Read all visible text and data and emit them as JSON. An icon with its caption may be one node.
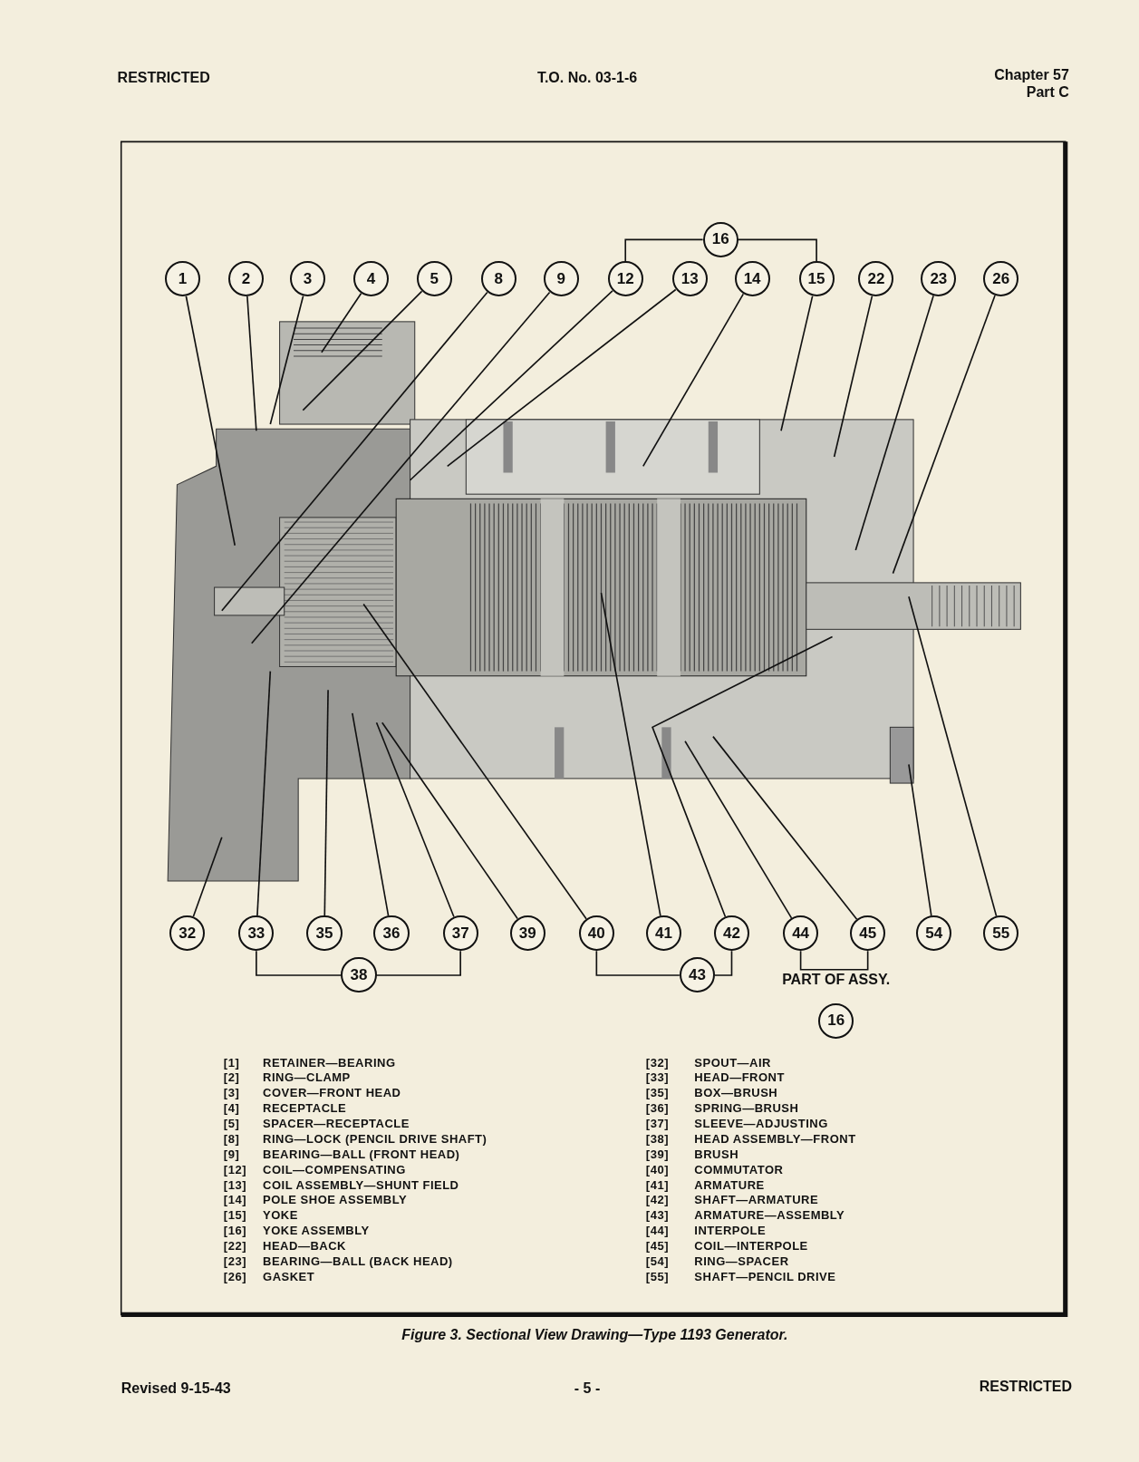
{
  "diagram": {
    "caption": "Figure 3. Sectional View Drawing—Type 1193 Generator.",
    "nodes": [
      {
        "text": [
          "1"
        ]
      },
      {
        "text": [
          "2"
        ]
      },
      {
        "text": [
          "3"
        ]
      },
      {
        "text": [
          "4"
        ]
      },
      {
        "text": [
          "5"
        ]
      },
      {
        "text": [
          "8"
        ]
      },
      {
        "text": [
          "9"
        ]
      },
      {
        "text": [
          "16"
        ]
      },
      {
        "text": [
          "12"
        ]
      },
      {
        "text": [
          "13"
        ]
      },
      {
        "text": [
          "14"
        ]
      },
      {
        "text": [
          "15"
        ]
      },
      {
        "text": [
          "22"
        ]
      },
      {
        "text": [
          "23"
        ]
      },
      {
        "text": [
          "26"
        ]
      },
      {
        "text": [
          "32"
        ]
      },
      {
        "text": [
          "33"
        ]
      },
      {
        "text": [
          "35"
        ]
      },
      {
        "text": [
          "36"
        ]
      },
      {
        "text": [
          "37"
        ]
      },
      {
        "text": [
          "39"
        ]
      },
      {
        "text": [
          "40"
        ]
      },
      {
        "text": [
          "41"
        ]
      },
      {
        "text": [
          "42"
        ]
      },
      {
        "text": [
          "44"
        ]
      },
      {
        "text": [
          "45"
        ]
      },
      {
        "text": [
          "54"
        ]
      },
      {
        "text": [
          "55"
        ]
      },
      {
        "text": [
          "38"
        ]
      },
      {
        "text": [
          "43"
        ]
      },
      {
        "text": [
          "16"
        ],
        "beside": [
          "PART OF ASSY."
        ]
      }
    ],
    "edges": [
      {
        "from": 0,
        "to": null,
        "arrow": "none"
      },
      {
        "from": 1,
        "to": null,
        "arrow": "none"
      },
      {
        "from": 2,
        "to": null,
        "arrow": "none"
      },
      {
        "from": 3,
        "to": null,
        "arrow": "none"
      },
      {
        "from": 4,
        "to": null,
        "arrow": "none"
      },
      {
        "from": 5,
        "to": null,
        "arrow": "none"
      },
      {
        "from": 6,
        "to": null,
        "arrow": "none"
      },
      {
        "from": 8,
        "to": null,
        "arrow": "none"
      },
      {
        "from": 9,
        "to": null,
        "arrow": "none"
      },
      {
        "from": 10,
        "to": null,
        "arrow": "none"
      },
      {
        "from": 11,
        "to": null,
        "arrow": "none"
      },
      {
        "from": 12,
        "to": null,
        "arrow": "none"
      },
      {
        "from": 13,
        "to": null,
        "arrow": "none"
      },
      {
        "from": 14,
        "to": null,
        "arrow": "none"
      },
      {
        "from": 15,
        "to": null,
        "arrow": "none"
      },
      {
        "from": 16,
        "to": null,
        "arrow": "none"
      },
      {
        "from": 17,
        "to": null,
        "arrow": "none"
      },
      {
        "from": 18,
        "to": null,
        "arrow": "none"
      },
      {
        "from": 19,
        "to": null,
        "arrow": "none"
      },
      {
        "from": 20,
        "to": null,
        "arrow": "none"
      },
      {
        "from": 21,
        "to": null,
        "arrow": "none"
      },
      {
        "from": 22,
        "to": null,
        "arrow": "none"
      },
      {
        "from": 23,
        "to": null,
        "arrow": "none"
      },
      {
        "from": 24,
        "to": null,
        "arrow": "none"
      },
      {
        "from": 25,
        "to": null,
        "arrow": "none"
      },
      {
        "from": 26,
        "to": null,
        "arrow": "none"
      },
      {
        "from": 27,
        "to": null,
        "arrow": "none"
      },
      {
        "from": 7,
        "to": 8,
        "arrow": "none"
      },
      {
        "from": 7,
        "to": 11,
        "arrow": "none"
      },
      {
        "from": 28,
        "to": 16,
        "arrow": "none"
      },
      {
        "from": 28,
        "to": 19,
        "arrow": "none"
      },
      {
        "from": 29,
        "to": 21,
        "arrow": "none"
      },
      {
        "from": 29,
        "to": 23,
        "arrow": "none"
      },
      {
        "from": 24,
        "to": 25,
        "arrow": "none"
      }
    ],
    "labels": [
      "RESTRICTED",
      "T.O. No. 03-1-6",
      "Chapter 57",
      "Part C",
      "[1]",
      "RETAINER—BEARING",
      "[32]",
      "SPOUT—AIR",
      "[2]",
      "RING—CLAMP",
      "[33]",
      "HEAD—FRONT",
      "[3]",
      "COVER—FRONT HEAD",
      "[35]",
      "BOX—BRUSH",
      "[4]",
      "RECEPTACLE",
      "[36]",
      "SPRING—BRUSH",
      "[5]",
      "SPACER—RECEPTACLE",
      "[37]",
      "SLEEVE—ADJUSTING",
      "[8]",
      "RING—LOCK (PENCIL DRIVE SHAFT)",
      "[38]",
      "HEAD ASSEMBLY—FRONT",
      "[9]",
      "BEARING—BALL (FRONT HEAD)",
      "[39]",
      "BRUSH",
      "[12]",
      "COIL—COMPENSATING",
      "[40]",
      "COMMUTATOR",
      "[13]",
      "COIL ASSEMBLY—SHUNT FIELD",
      "[41]",
      "ARMATURE",
      "[14]",
      "POLE SHOE ASSEMBLY",
      "[42]",
      "SHAFT—ARMATURE",
      "[15]",
      "YOKE",
      "[43]",
      "ARMATURE—ASSEMBLY",
      "[16]",
      "YOKE ASSEMBLY",
      "[44]",
      "INTERPOLE",
      "[22]",
      "HEAD—BACK",
      "[45]",
      "COIL—INTERPOLE",
      "[23]",
      "BEARING—BALL (BACK HEAD)",
      "[54]",
      "RING—SPACER",
      "[26]",
      "GASKET",
      "[55]",
      "SHAFT—PENCIL DRIVE",
      "Revised 9-15-43",
      "- 5 -",
      "RESTRICTED"
    ]
  }
}
